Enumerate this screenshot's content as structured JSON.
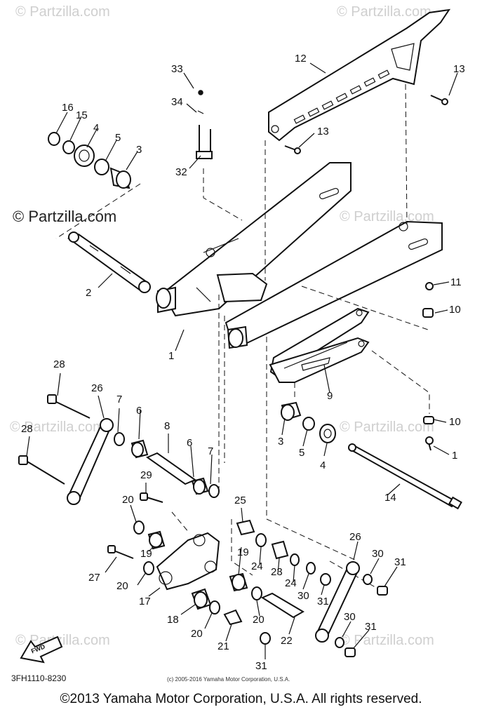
{
  "watermarks": {
    "top_left": "© Partzilla.com",
    "top_right": "© Partzilla.com",
    "main_left": "© Partzilla.com",
    "mid_right": "© Partzilla.com",
    "lower_left": "© Partzilla.com",
    "lower_right": "© Partzilla.com",
    "bottom_left": "© Partzilla.com",
    "bottom_right": "© Partzilla.com"
  },
  "callouts": [
    "1",
    "2",
    "3",
    "4",
    "5",
    "6",
    "7",
    "8",
    "9",
    "10",
    "11",
    "12",
    "13",
    "14",
    "15",
    "16",
    "17",
    "18",
    "19",
    "20",
    "21",
    "22",
    "23",
    "24",
    "25",
    "26",
    "27",
    "28",
    "29",
    "30",
    "31",
    "32",
    "33",
    "34"
  ],
  "labels": {
    "fwd_arrow": "FWD",
    "diagram_code": "3FH1110-8230",
    "small_copyright": "(c) 2005-2016 Yamaha Motor Corporation, U.S.A.",
    "footer": "©2013 Yamaha Motor Corporation, U.S.A. All rights reserved."
  }
}
